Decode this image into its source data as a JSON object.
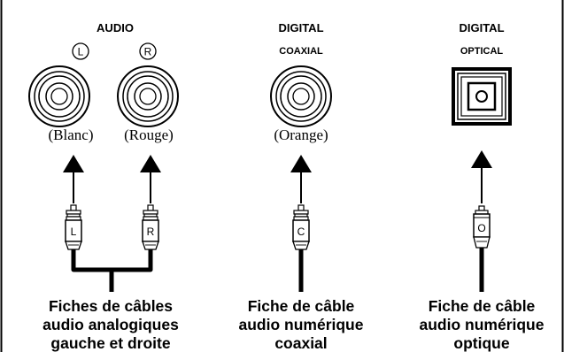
{
  "audio": {
    "header": "AUDIO",
    "left_marker": "L",
    "right_marker": "R",
    "left_color": "(Blanc)",
    "right_color": "(Rouge)",
    "left_plug": "L",
    "right_plug": "R",
    "caption": [
      "Fiches de câbles",
      "audio analogiques",
      "gauche et droite"
    ]
  },
  "coaxial": {
    "header": "DIGITAL",
    "subheader": "COAXIAL",
    "color": "(Orange)",
    "plug": "C",
    "caption": [
      "Fiche de câble",
      "audio numérique",
      "coaxial"
    ]
  },
  "optical": {
    "header": "DIGITAL",
    "subheader": "OPTICAL",
    "plug": "O",
    "caption": [
      "Fiche de câble",
      "audio numérique",
      "optique"
    ]
  }
}
